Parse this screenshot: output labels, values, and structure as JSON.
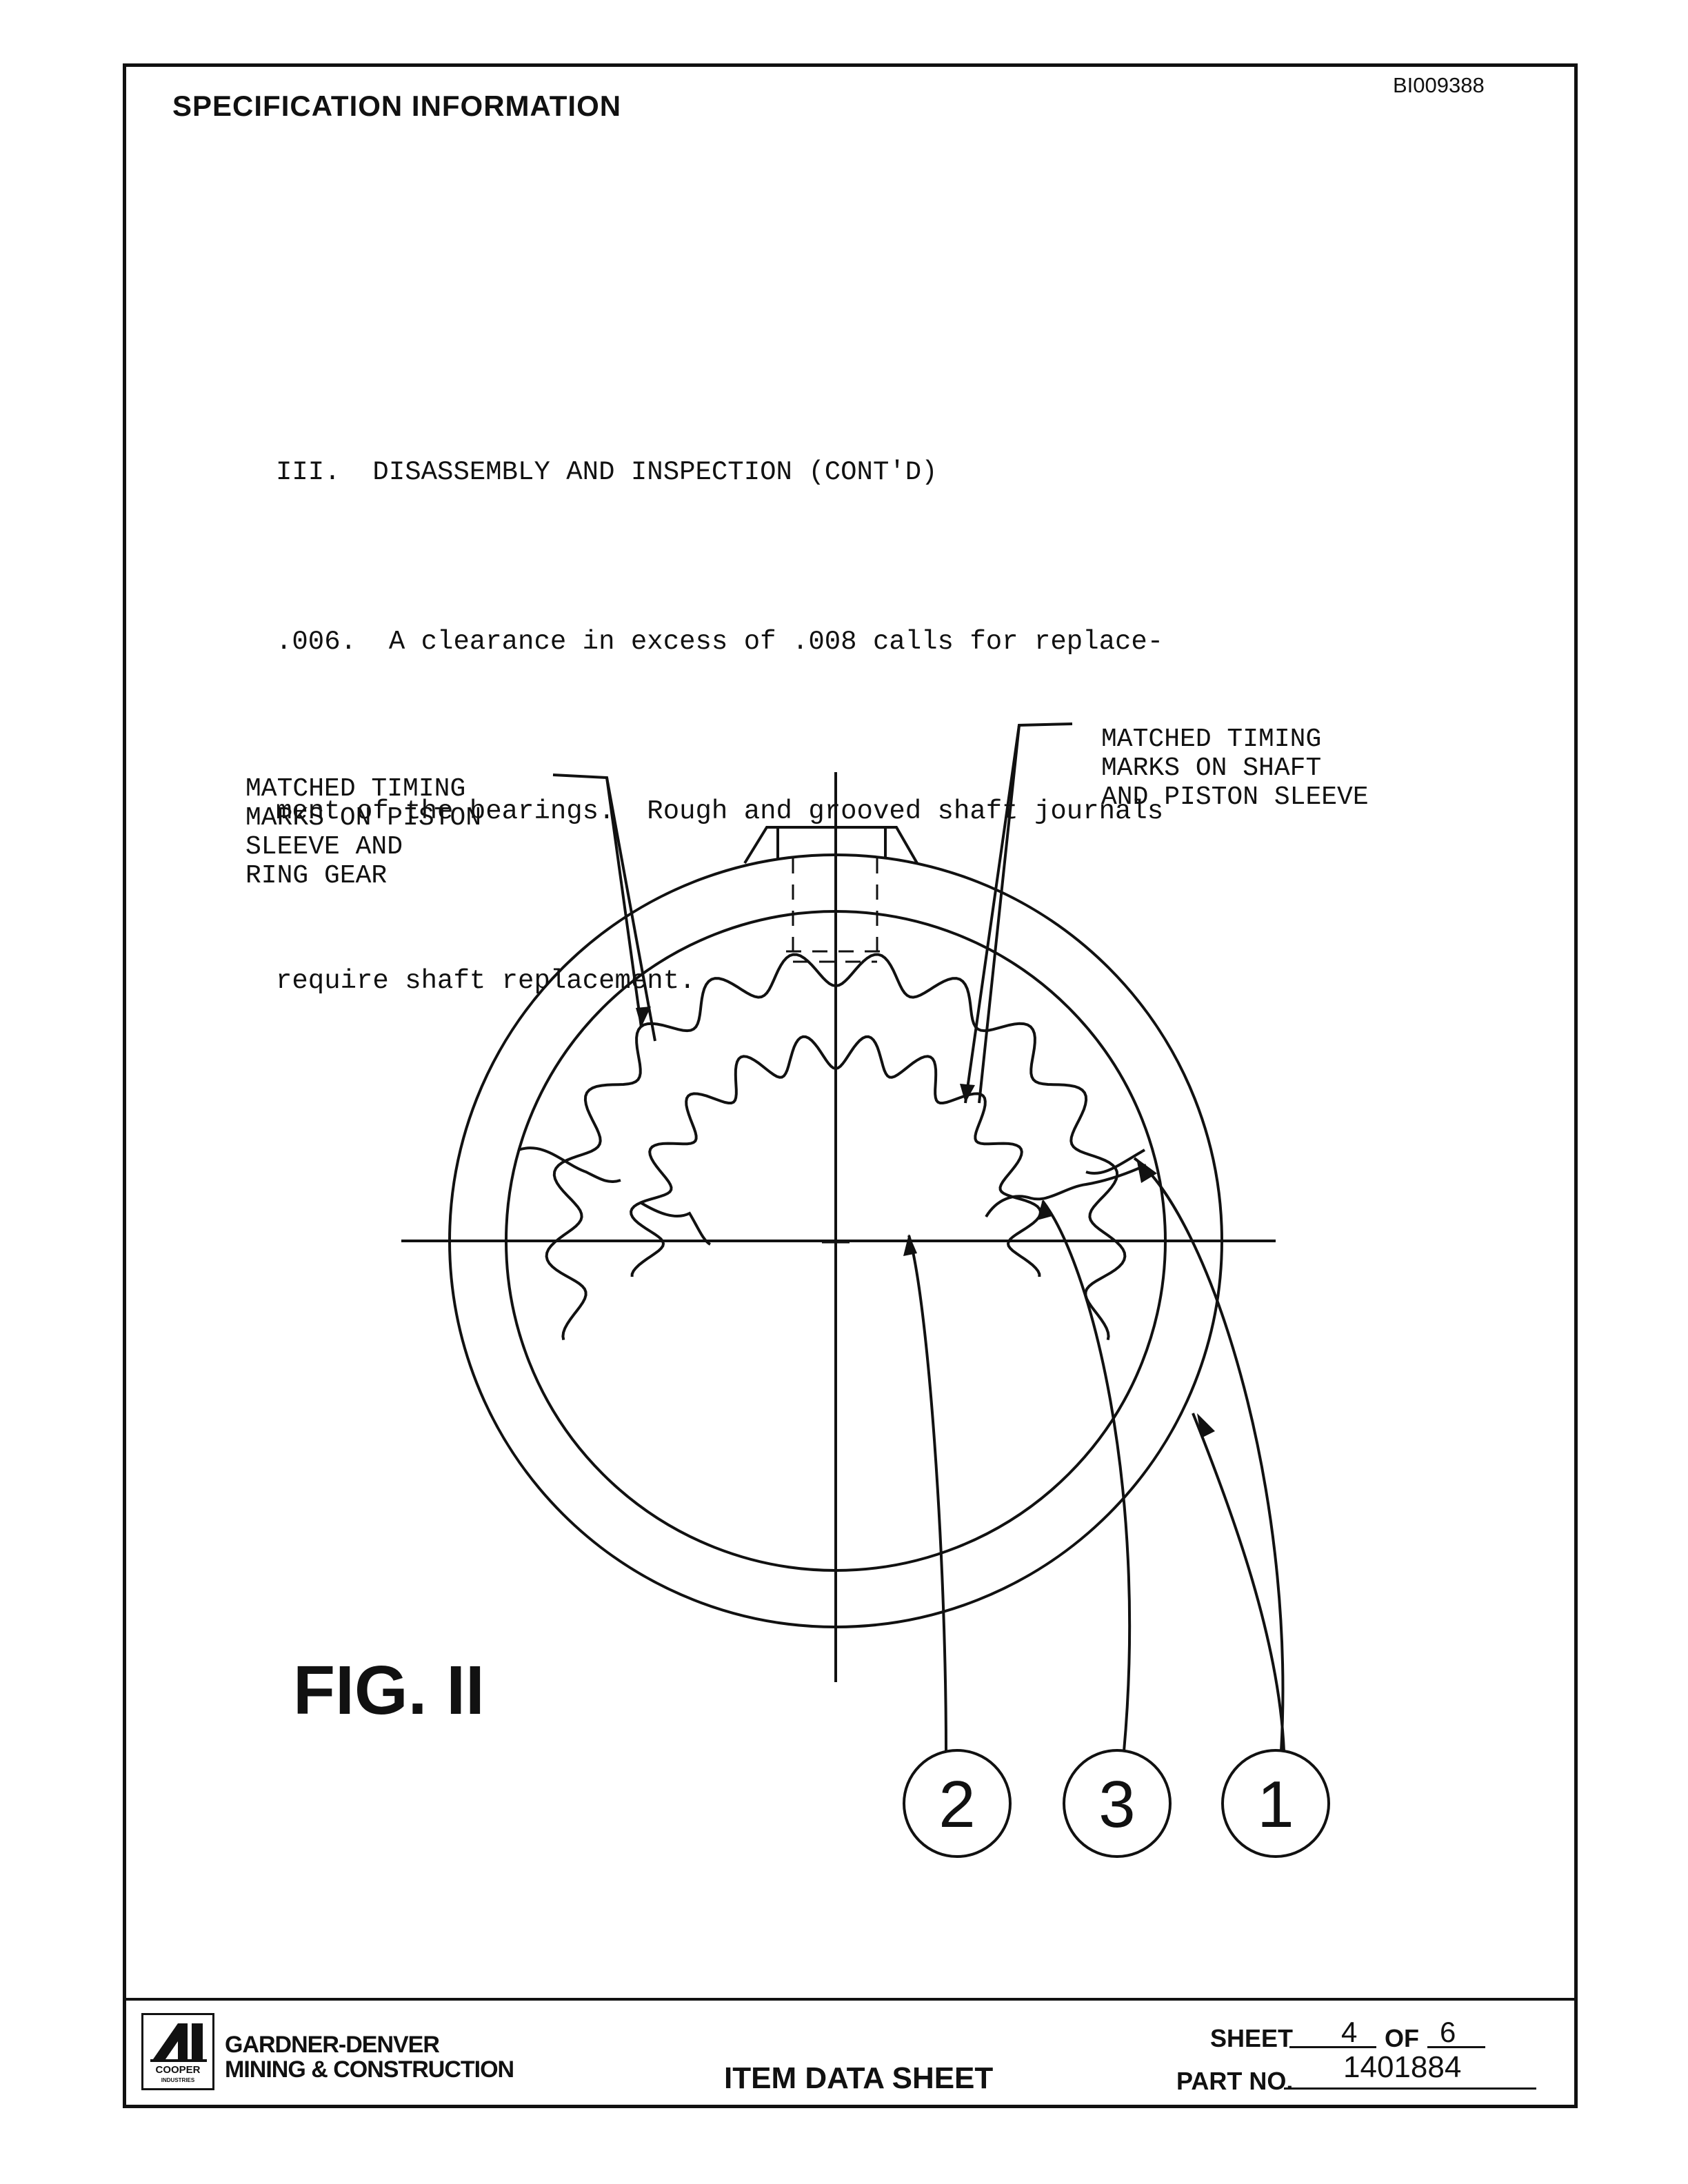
{
  "header": {
    "title": "SPECIFICATION INFORMATION",
    "doc_id": "BI009388"
  },
  "body": {
    "lines": [
      "III.  DISASSEMBLY AND INSPECTION (CONT'D)",
      ".006.  A clearance in excess of .008 calls for replace-",
      "ment of the bearings.  Rough and grooved shaft journals",
      "require shaft replacement."
    ]
  },
  "figure": {
    "callout_left": [
      "MATCHED TIMING",
      "MARKS ON PISTON",
      "SLEEVE AND",
      "RING GEAR"
    ],
    "callout_right": [
      "MATCHED TIMING",
      "MARKS ON SHAFT",
      "AND PISTON SLEEVE"
    ],
    "label": "FIG. II",
    "balloons": [
      "2",
      "3",
      "1"
    ]
  },
  "footer": {
    "logo_sub": "COOPER",
    "logo_sub2": "INDUSTRIES",
    "company_line1": "GARDNER-DENVER",
    "company_line2": "MINING & CONSTRUCTION",
    "sheet_title": "ITEM DATA SHEET",
    "sheet_label": "SHEET",
    "sheet_number": "4",
    "of_label": "OF",
    "sheet_total": "6",
    "part_no_label": "PART NO.",
    "part_no": "1401884"
  }
}
